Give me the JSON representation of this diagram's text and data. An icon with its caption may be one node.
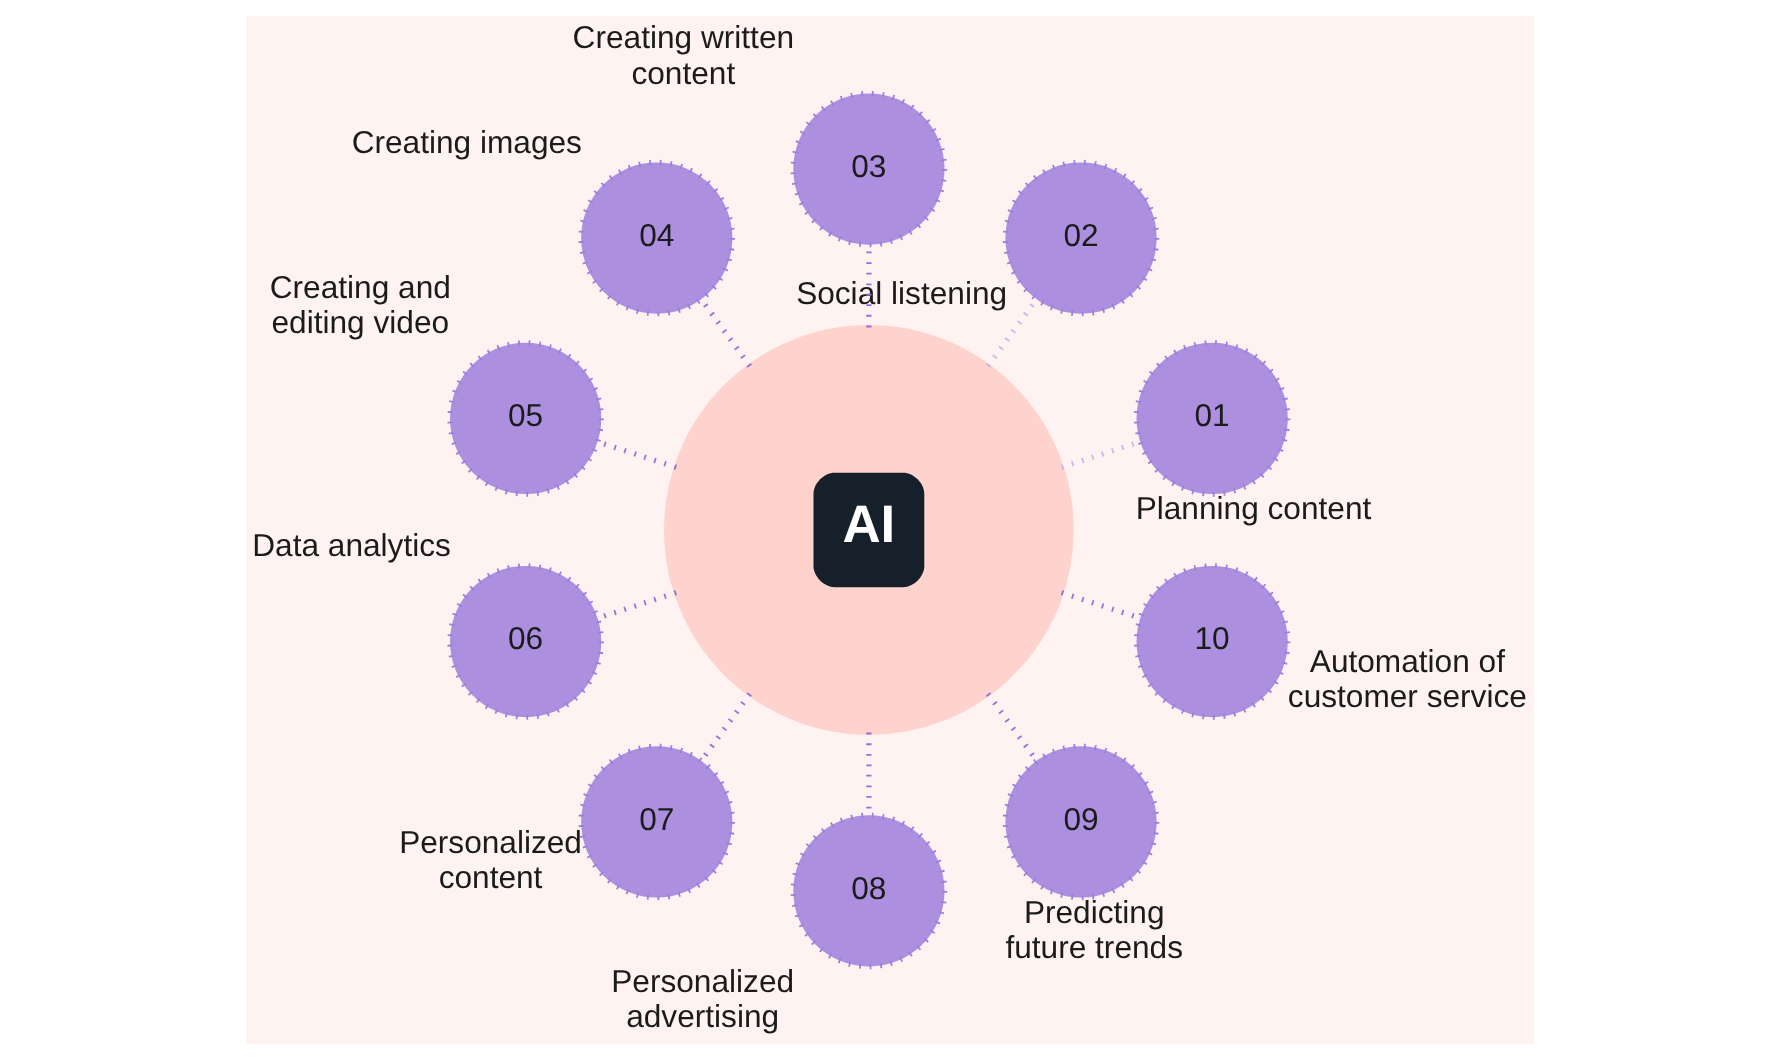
{
  "diagram": {
    "nodes": [
      {
        "text": [
          "AI"
        ]
      },
      {
        "text": [
          "01"
        ],
        "beside": [
          "Planning content"
        ]
      },
      {
        "text": [
          "02"
        ],
        "beside": [
          "Social listening"
        ]
      },
      {
        "text": [
          "03"
        ],
        "beside": [
          "Creating written content"
        ]
      },
      {
        "text": [
          "04"
        ],
        "beside": [
          "Creating images"
        ]
      },
      {
        "text": [
          "05"
        ],
        "beside": [
          "Creating and editing video"
        ]
      },
      {
        "text": [
          "06"
        ],
        "beside": [
          "Data analytics"
        ]
      },
      {
        "text": [
          "07"
        ],
        "beside": [
          "Personalized content"
        ]
      },
      {
        "text": [
          "08"
        ],
        "beside": [
          "Personalized advertising"
        ]
      },
      {
        "text": [
          "09"
        ],
        "beside": [
          "Predicting future trends"
        ]
      },
      {
        "text": [
          "10"
        ],
        "beside": [
          "Automation of customer service"
        ]
      }
    ],
    "edges": [
      {
        "from": 0,
        "to": 1,
        "arrow": "none",
        "style": "dashed",
        "color": "#c9b4ec"
      },
      {
        "from": 0,
        "to": 2,
        "arrow": "none",
        "style": "dashed",
        "color": "#c9b4ec"
      },
      {
        "from": 0,
        "to": 3,
        "arrow": "none",
        "style": "dashed"
      },
      {
        "from": 0,
        "to": 4,
        "arrow": "none",
        "style": "dashed"
      },
      {
        "from": 0,
        "to": 5,
        "arrow": "none",
        "style": "dashed"
      },
      {
        "from": 0,
        "to": 6,
        "arrow": "none",
        "style": "dashed"
      },
      {
        "from": 0,
        "to": 7,
        "arrow": "none",
        "style": "dashed"
      },
      {
        "from": 0,
        "to": 8,
        "arrow": "none",
        "style": "dashed"
      },
      {
        "from": 0,
        "to": 9,
        "arrow": "none",
        "style": "dashed"
      },
      {
        "from": 0,
        "to": 10,
        "arrow": "none",
        "style": "dashed"
      }
    ]
  }
}
